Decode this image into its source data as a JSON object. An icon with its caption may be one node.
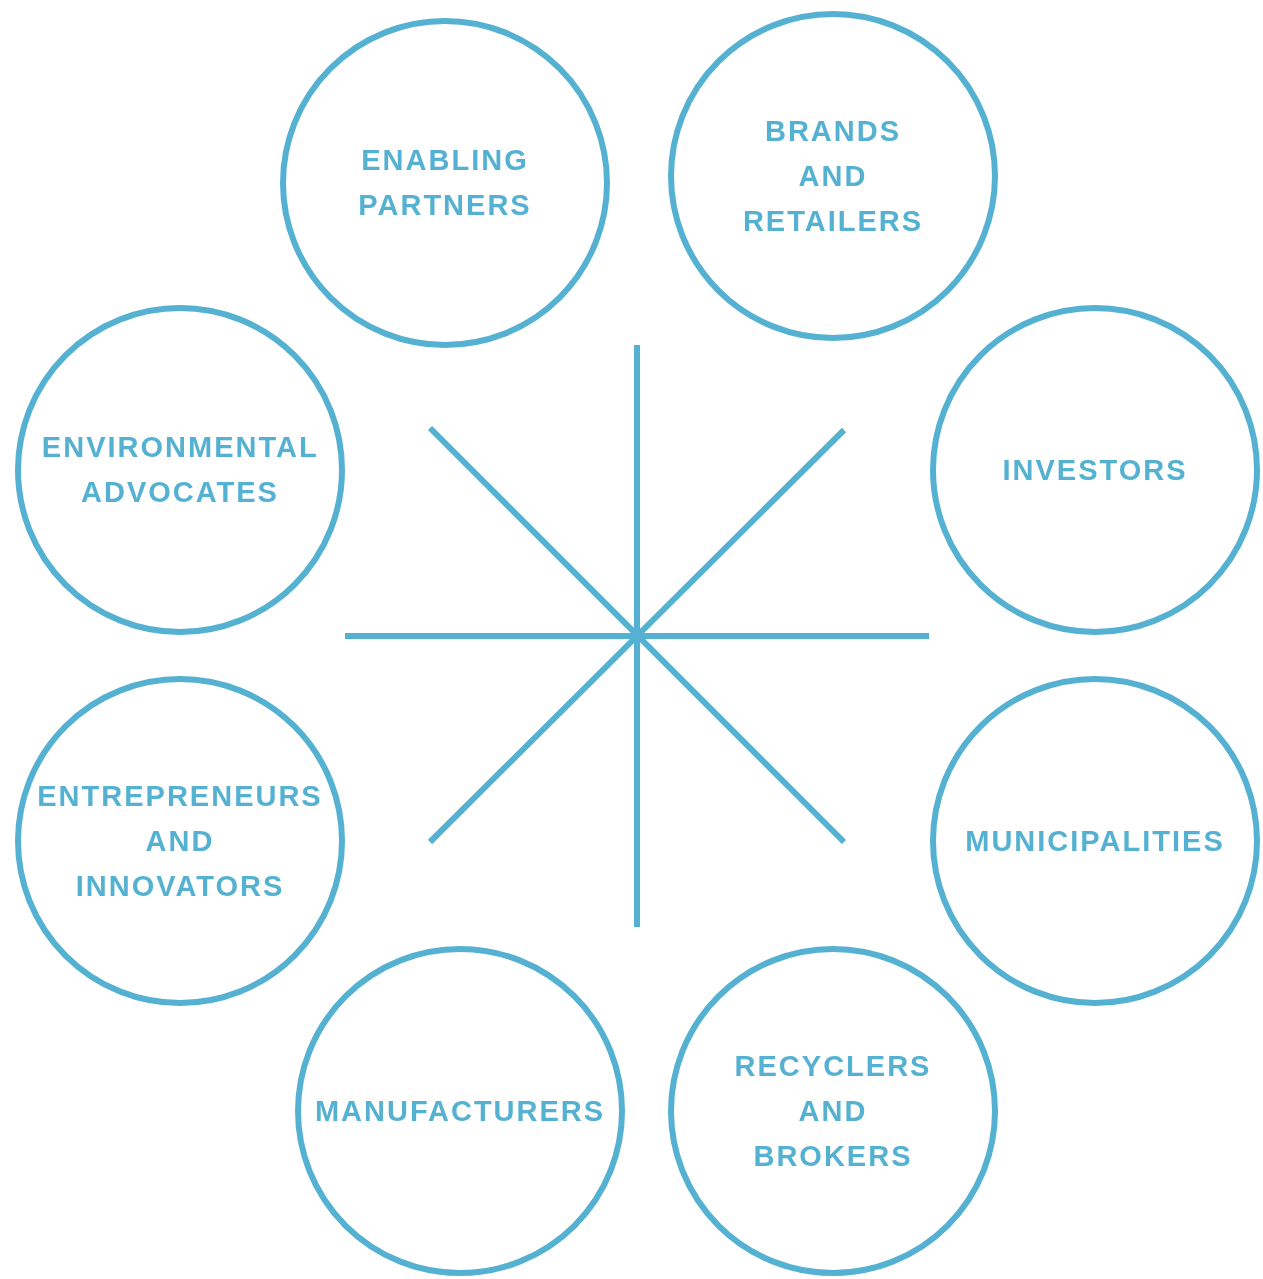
{
  "diagram": {
    "nodes": [
      {
        "text": [
          "ENABLING PARTNERS"
        ]
      },
      {
        "text": [
          "BRANDS AND RETAILERS"
        ]
      },
      {
        "text": [
          "ENVIRONMENTAL ADVOCATES"
        ]
      },
      {
        "text": [
          "INVESTORS"
        ]
      },
      {
        "text": [
          "ENTREPRENEURS AND INNOVATORS"
        ]
      },
      {
        "text": [
          "MUNICIPALITIES"
        ]
      },
      {
        "text": [
          "MANUFACTURERS"
        ]
      },
      {
        "text": [
          "RECYCLERS AND BROKERS"
        ]
      }
    ]
  }
}
